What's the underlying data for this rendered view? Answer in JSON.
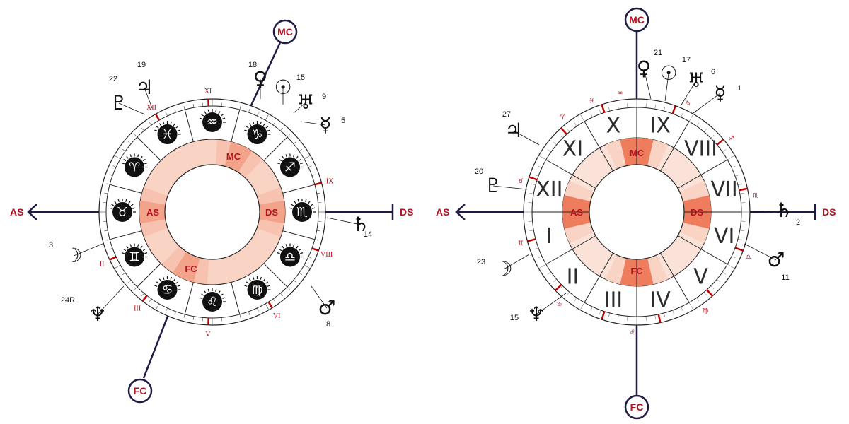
{
  "angles": {
    "as": "AS",
    "ds": "DS",
    "mc": "MC",
    "fc": "FC"
  },
  "colors": {
    "navy": "#1f1b45",
    "red": "#b3121f",
    "band_light": "#f9d3c4",
    "band_dark": "#f3a38a",
    "band_dark2": "#ee7d5e",
    "tick": "#c00000"
  },
  "left_chart": {
    "houses": [
      {
        "label": "II"
      },
      {
        "label": "III"
      },
      {
        "label": "V"
      },
      {
        "label": "VI"
      },
      {
        "label": "VIII"
      },
      {
        "label": "IX"
      },
      {
        "label": "XI"
      },
      {
        "label": "XII"
      }
    ],
    "signs": [
      {
        "name": "aquarius-icon",
        "glyph": "♒"
      },
      {
        "name": "capricorn-icon",
        "glyph": "♑"
      },
      {
        "name": "sagittarius-icon",
        "glyph": "♐"
      },
      {
        "name": "scorpio-icon",
        "glyph": "♏"
      },
      {
        "name": "libra-icon",
        "glyph": "♎"
      },
      {
        "name": "virgo-icon",
        "glyph": "♍"
      },
      {
        "name": "leo-icon",
        "glyph": "♌"
      },
      {
        "name": "cancer-icon",
        "glyph": "♋"
      },
      {
        "name": "gemini-icon",
        "glyph": "♊"
      },
      {
        "name": "taurus-icon",
        "glyph": "♉"
      },
      {
        "name": "aries-icon",
        "glyph": "♈"
      },
      {
        "name": "pisces-icon",
        "glyph": "♓"
      }
    ],
    "planets": [
      {
        "name": "venus-icon",
        "glyph": "♀",
        "degree": "18"
      },
      {
        "name": "sun-icon",
        "glyph": "☉",
        "degree": "15"
      },
      {
        "name": "uranus-icon",
        "glyph": "♅",
        "degree": "9"
      },
      {
        "name": "mercury-icon",
        "glyph": "☿",
        "degree": "5"
      },
      {
        "name": "saturn-icon",
        "glyph": "♄",
        "degree": "14"
      },
      {
        "name": "mars-icon",
        "glyph": "♂",
        "degree": "8"
      },
      {
        "name": "neptune-icon",
        "glyph": "♆",
        "degree": "24R"
      },
      {
        "name": "moon-icon",
        "glyph": "☽",
        "degree": "3"
      },
      {
        "name": "pluto-icon",
        "glyph": "♇",
        "degree": "22"
      },
      {
        "name": "jupiter-icon",
        "glyph": "♃",
        "degree": "19"
      }
    ]
  },
  "right_chart": {
    "houses": [
      {
        "label": "X"
      },
      {
        "label": "IX"
      },
      {
        "label": "VIII"
      },
      {
        "label": "VII"
      },
      {
        "label": "VI"
      },
      {
        "label": "V"
      },
      {
        "label": "IV"
      },
      {
        "label": "III"
      },
      {
        "label": "II"
      },
      {
        "label": "I"
      },
      {
        "label": "XII"
      },
      {
        "label": "XI"
      }
    ],
    "signs": [
      {
        "name": "aquarius-small-icon",
        "glyph": "♒"
      },
      {
        "name": "capricorn-small-icon",
        "glyph": "♑"
      },
      {
        "name": "sagittarius-small-icon",
        "glyph": "♐"
      },
      {
        "name": "scorpio-small-icon",
        "glyph": "♏"
      },
      {
        "name": "libra-small-icon",
        "glyph": "♎"
      },
      {
        "name": "virgo-small-icon",
        "glyph": "♍"
      },
      {
        "name": "leo-small-icon",
        "glyph": "♌"
      },
      {
        "name": "cancer-small-icon",
        "glyph": "♋"
      },
      {
        "name": "gemini-small-icon",
        "glyph": "♊"
      },
      {
        "name": "taurus-small-icon",
        "glyph": "♉"
      },
      {
        "name": "aries-small-icon",
        "glyph": "♈"
      },
      {
        "name": "pisces-small-icon",
        "glyph": "♓"
      }
    ],
    "planets": [
      {
        "name": "venus-icon",
        "glyph": "♀",
        "degree": "21"
      },
      {
        "name": "sun-icon",
        "glyph": "☉",
        "degree": "17"
      },
      {
        "name": "uranus-icon",
        "glyph": "♅",
        "degree": "6"
      },
      {
        "name": "mercury-icon",
        "glyph": "☿",
        "degree": "1"
      },
      {
        "name": "saturn-icon",
        "glyph": "♄",
        "degree": "2"
      },
      {
        "name": "mars-icon",
        "glyph": "♂",
        "degree": "11"
      },
      {
        "name": "neptune-icon",
        "glyph": "♆",
        "degree": "15"
      },
      {
        "name": "moon-icon",
        "glyph": "☽",
        "degree": "23"
      },
      {
        "name": "pluto-icon",
        "glyph": "♇",
        "degree": "20"
      },
      {
        "name": "jupiter-icon",
        "glyph": "♃",
        "degree": "27"
      }
    ]
  }
}
